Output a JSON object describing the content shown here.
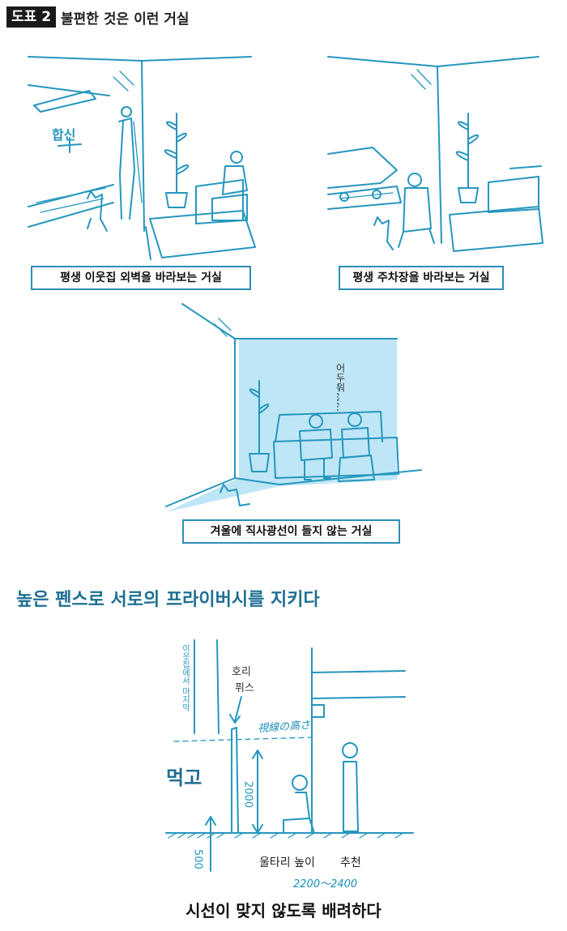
{
  "header": {
    "badge": "도표 2",
    "title": "불편한 것은 이런 거실"
  },
  "panels": [
    {
      "caption": "평생 이웃집 외벽을 바라보는 거실",
      "sign_text": "합신"
    },
    {
      "caption": "평생 주차장을 바라보는 거실"
    },
    {
      "caption": "겨울에 직사광선이 들지 않는 거실",
      "speech": "어두워……"
    }
  ],
  "section": {
    "title": "높은 펜스로 서로의 프라이버시를 지키다"
  },
  "fence_diagram": {
    "vertical_note": "이웃집에서 마지막",
    "eave_label_1": "호리",
    "eave_label_2": "퓌스",
    "sightline_label": "視線の高さ",
    "big_label": "먹고",
    "height_2000": "2000",
    "height_500": "500",
    "fence_height_label": "울타리 높이",
    "recommend_label": "추천",
    "range_label": "2200～2400"
  },
  "bottom_caption": "시선이 맞지 않도록 배려하다",
  "colors": {
    "line_blue": "#2596be",
    "panel_fill": "#bfe6f6",
    "caption_border": "#2a8fb5",
    "title_blue": "#1e6f92"
  }
}
